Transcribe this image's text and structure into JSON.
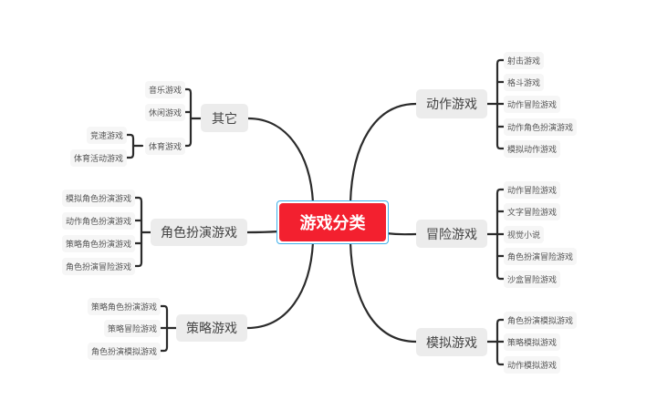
{
  "diagram": {
    "type": "mind-map",
    "root": {
      "label": "游戏分类",
      "color": "#f3202f",
      "border_color": "#3fb0ea"
    },
    "line_color": "#2b2b2b",
    "branches": [
      {
        "label": "动作游戏",
        "side": "right",
        "children": [
          "射击游戏",
          "格斗游戏",
          "动作冒险游戏",
          "动作角色扮演游戏",
          "模拟动作游戏"
        ]
      },
      {
        "label": "冒险游戏",
        "side": "right",
        "children": [
          "动作冒险游戏",
          "文字冒险游戏",
          "视觉小说",
          "角色扮演冒险游戏",
          "沙盒冒险游戏"
        ]
      },
      {
        "label": "模拟游戏",
        "side": "right",
        "children": [
          "角色扮演模拟游戏",
          "策略模拟游戏",
          "动作模拟游戏"
        ]
      },
      {
        "label": "其它",
        "side": "left",
        "children": [
          "音乐游戏",
          "休闲游戏",
          "体育游戏"
        ],
        "grandchildren": {
          "parent": "体育游戏",
          "children": [
            "竞速游戏",
            "体育活动游戏"
          ]
        }
      },
      {
        "label": "角色扮演游戏",
        "side": "left",
        "children": [
          "模拟角色扮演游戏",
          "动作角色扮演游戏",
          "策略角色扮演游戏",
          "角色扮演冒险游戏"
        ]
      },
      {
        "label": "策略游戏",
        "side": "left",
        "children": [
          "策略角色扮演游戏",
          "策略冒险游戏",
          "角色扮演模拟游戏"
        ]
      }
    ]
  }
}
